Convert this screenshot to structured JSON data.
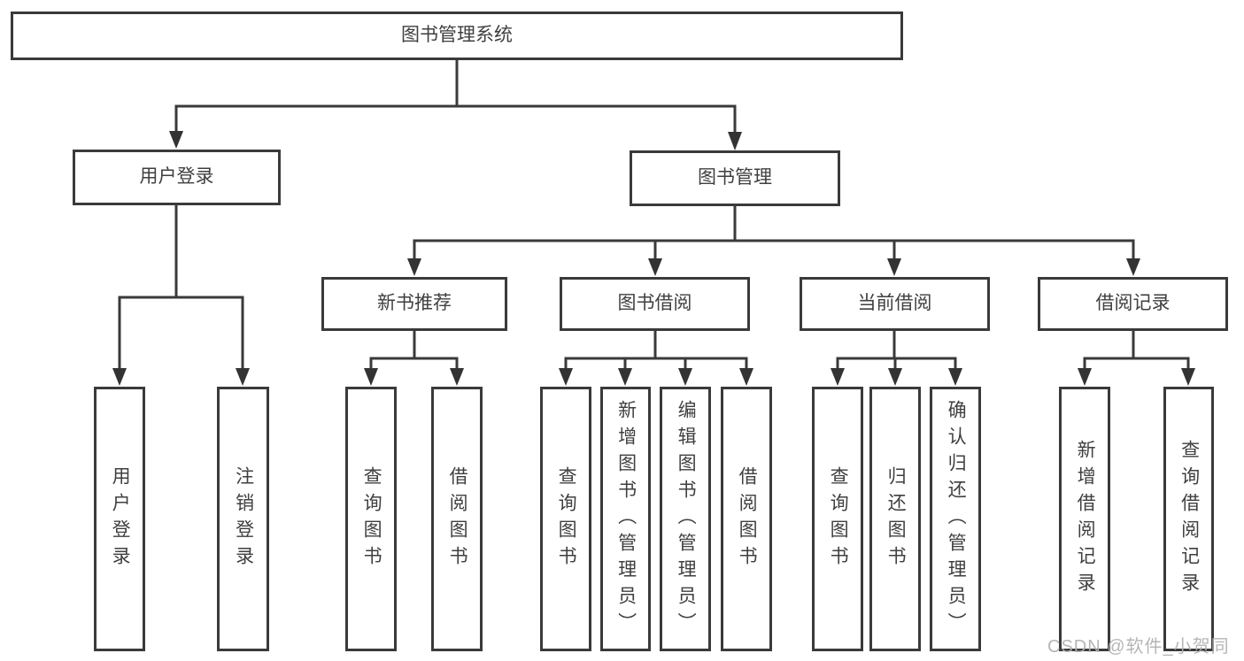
{
  "diagram": {
    "title": "图书管理系统",
    "type": "function-structure-tree",
    "colors": {
      "line": "#3a3a3a",
      "box_border": "#3a3a3a",
      "text": "#3f3f3f",
      "background": "#ffffff",
      "watermark": "#b0b0b0"
    },
    "watermark": "CSDN @软件_小贺同学",
    "tree": {
      "root": {
        "label": "图书管理系统",
        "children": [
          {
            "label": "用户登录",
            "children": [
              {
                "label": "用户登录"
              },
              {
                "label": "注销登录"
              }
            ]
          },
          {
            "label": "图书管理",
            "children": [
              {
                "label": "新书推荐",
                "children": [
                  {
                    "label": "查询图书"
                  },
                  {
                    "label": "借阅图书"
                  }
                ]
              },
              {
                "label": "图书借阅",
                "children": [
                  {
                    "label": "查询图书"
                  },
                  {
                    "label": "新增图书（管理员）"
                  },
                  {
                    "label": "编辑图书（管理员）"
                  },
                  {
                    "label": "借阅图书"
                  }
                ]
              },
              {
                "label": "当前借阅",
                "children": [
                  {
                    "label": "查询图书"
                  },
                  {
                    "label": "归还图书"
                  },
                  {
                    "label": "确认归还（管理员）"
                  }
                ]
              },
              {
                "label": "借阅记录",
                "children": [
                  {
                    "label": "新增借阅记录"
                  },
                  {
                    "label": "查询借阅记录"
                  }
                ]
              }
            ]
          }
        ]
      }
    }
  }
}
